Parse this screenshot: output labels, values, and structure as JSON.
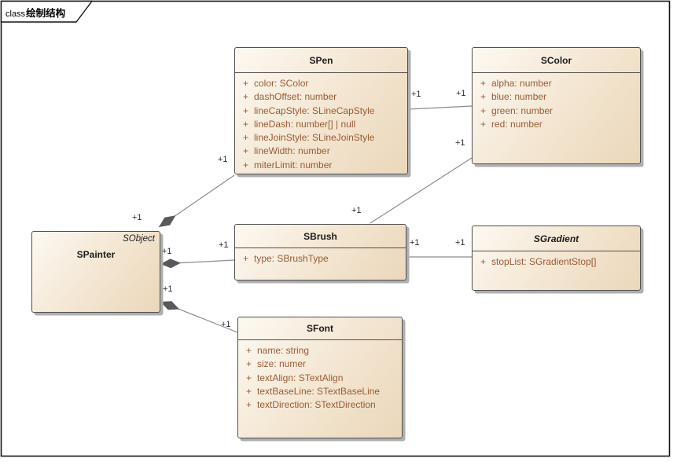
{
  "frame": {
    "keyword": "class",
    "title": "绘制结构"
  },
  "classes": [
    {
      "id": "spen",
      "name": "SPen",
      "attributes": [
        {
          "visibility": "+",
          "text": "color: SColor"
        },
        {
          "visibility": "+",
          "text": "dashOffset: number"
        },
        {
          "visibility": "+",
          "text": "lineCapStyle: SLineCapStyle"
        },
        {
          "visibility": "+",
          "text": "lineDash: number[] | null"
        },
        {
          "visibility": "+",
          "text": "lineJoinStyle: SLineJoinStyle"
        },
        {
          "visibility": "+",
          "text": "lineWidth: number"
        },
        {
          "visibility": "+",
          "text": "miterLimit: number"
        }
      ]
    },
    {
      "id": "scolor",
      "name": "SColor",
      "attributes": [
        {
          "visibility": "+",
          "text": "alpha: number"
        },
        {
          "visibility": "+",
          "text": "blue: number"
        },
        {
          "visibility": "+",
          "text": "green: number"
        },
        {
          "visibility": "+",
          "text": "red: number"
        }
      ]
    },
    {
      "id": "spainter",
      "name": "SPainter",
      "annotation": "SObject",
      "attributes": []
    },
    {
      "id": "sbrush",
      "name": "SBrush",
      "attributes": [
        {
          "visibility": "+",
          "text": "type: SBrushType"
        }
      ]
    },
    {
      "id": "sgradient",
      "name": "SGradient",
      "is_abstract": true,
      "attributes": [
        {
          "visibility": "+",
          "text": "stopList: SGradientStop[]"
        }
      ]
    },
    {
      "id": "sfont",
      "name": "SFont",
      "attributes": [
        {
          "visibility": "+",
          "text": "name: string"
        },
        {
          "visibility": "+",
          "text": "size: numer"
        },
        {
          "visibility": "+",
          "text": "textAlign: STextAlign"
        },
        {
          "visibility": "+",
          "text": "textBaseLine: STextBaseLine"
        },
        {
          "visibility": "+",
          "text": "textDirection: STextDirection"
        }
      ]
    }
  ],
  "connectors": [
    {
      "id": "spainter-spen",
      "type": "composition",
      "source": "SPainter",
      "target": "SPen",
      "source_label": "+1",
      "target_label": "+1"
    },
    {
      "id": "spainter-sbrush",
      "type": "composition",
      "source": "SPainter",
      "target": "SBrush",
      "source_label": "+1",
      "target_label": "+1"
    },
    {
      "id": "spainter-sfont",
      "type": "composition",
      "source": "SPainter",
      "target": "SFont",
      "source_label": "+1",
      "target_label": "+1"
    },
    {
      "id": "spen-scolor",
      "type": "association",
      "source": "SPen",
      "target": "SColor",
      "source_label": "+1",
      "target_label": "+1"
    },
    {
      "id": "sbrush-scolor",
      "type": "association",
      "source": "SBrush",
      "target": "SColor",
      "source_label": "+1",
      "target_label": "+1"
    },
    {
      "id": "sbrush-sgradient",
      "type": "association",
      "source": "SBrush",
      "target": "SGradient",
      "source_label": "+1",
      "target_label": "+1"
    }
  ],
  "colors": {
    "frame_border": "#141414",
    "connector_line": "#8c8c8c",
    "diamond_fill": "#595959",
    "box_border": "#4f4f4f",
    "box_shadow": "#afafaf",
    "box_fill_light": "#fdf9f2",
    "box_fill_mid": "#f3e5d0",
    "box_fill_dark": "#ebd7bb",
    "title_text": "#1c1c1c",
    "attribute_text": "#9a5b35",
    "multiplicity_text": "#2b2b2b"
  }
}
